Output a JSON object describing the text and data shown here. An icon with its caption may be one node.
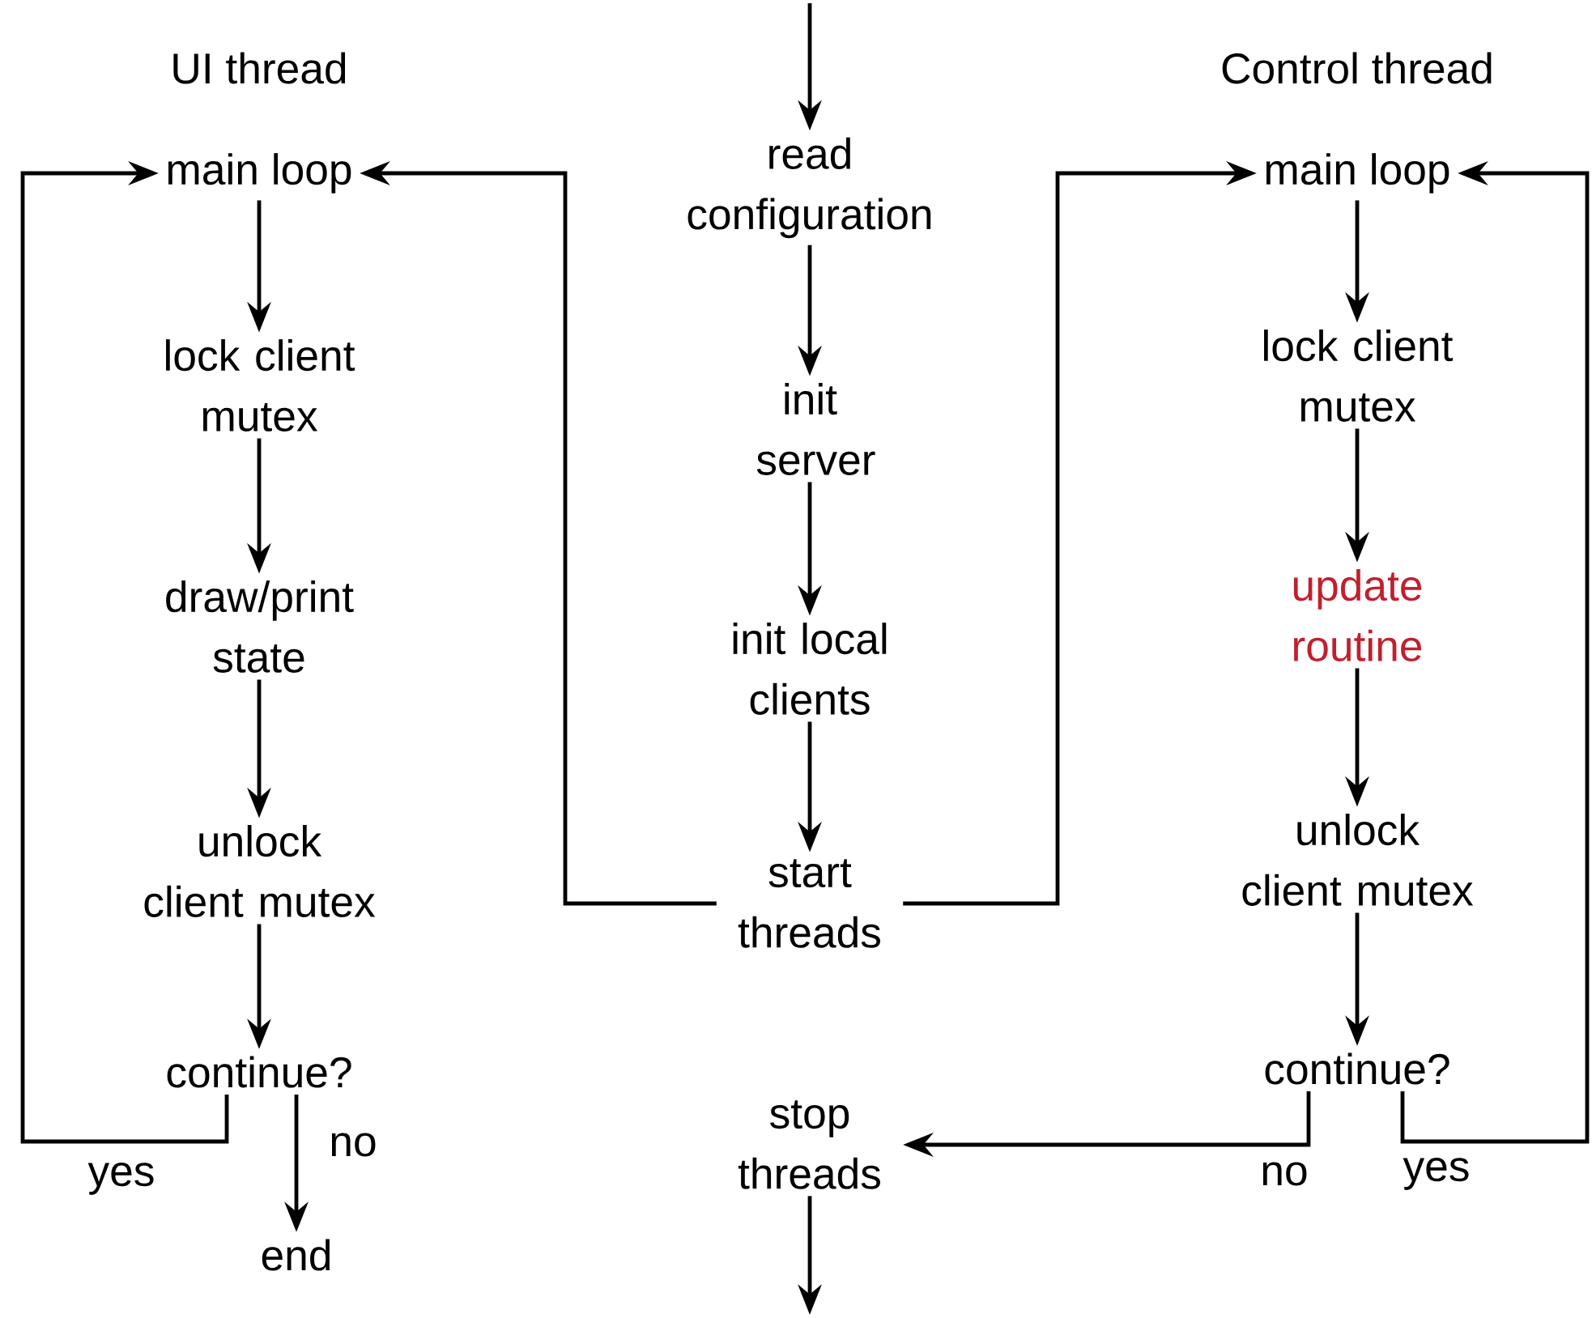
{
  "diagram": {
    "nodes": [
      {
        "text": [
          "main loop"
        ]
      },
      {
        "text": [
          "lock client mutex"
        ]
      },
      {
        "text": [
          "draw/print state"
        ]
      },
      {
        "text": [
          "unlock client mutex"
        ]
      },
      {
        "text": [
          "continue?"
        ]
      },
      {
        "text": [
          "end"
        ]
      },
      {
        "text": [
          "read configuration"
        ]
      },
      {
        "text": [
          "init server"
        ]
      },
      {
        "text": [
          "init local clients"
        ]
      },
      {
        "text": [
          "start threads"
        ]
      },
      {
        "text": [
          "stop threads"
        ]
      },
      {
        "text": [
          "main loop"
        ]
      },
      {
        "text": [
          "lock client mutex"
        ]
      },
      {
        "text": [
          "update routine"
        ]
      },
      {
        "text": [
          "unlock client mutex"
        ]
      },
      {
        "text": [
          "continue?"
        ]
      }
    ],
    "edges": [
      {
        "from": null,
        "to": 6,
        "arrow": "to"
      },
      {
        "from": 6,
        "to": 7,
        "arrow": "to"
      },
      {
        "from": 7,
        "to": 8,
        "arrow": "to"
      },
      {
        "from": 8,
        "to": 9,
        "arrow": "to"
      },
      {
        "from": 9,
        "to": 0,
        "arrow": "to"
      },
      {
        "from": 9,
        "to": 11,
        "arrow": "to"
      },
      {
        "from": 0,
        "to": 1,
        "arrow": "to"
      },
      {
        "from": 1,
        "to": 2,
        "arrow": "to"
      },
      {
        "from": 2,
        "to": 3,
        "arrow": "to"
      },
      {
        "from": 3,
        "to": 4,
        "arrow": "to"
      },
      {
        "from": 4,
        "to": 0,
        "arrow": "to",
        "label": "yes"
      },
      {
        "from": 4,
        "to": 5,
        "arrow": "to",
        "label": "no"
      },
      {
        "from": 11,
        "to": 12,
        "arrow": "to"
      },
      {
        "from": 12,
        "to": 13,
        "arrow": "to"
      },
      {
        "from": 13,
        "to": 14,
        "arrow": "to"
      },
      {
        "from": 14,
        "to": 15,
        "arrow": "to"
      },
      {
        "from": 15,
        "to": 10,
        "arrow": "to",
        "label": "no"
      },
      {
        "from": 15,
        "to": 11,
        "arrow": "to",
        "label": "yes"
      },
      {
        "from": 10,
        "to": null,
        "arrow": "to"
      }
    ],
    "labels": [
      "UI thread",
      "Control thread"
    ]
  }
}
